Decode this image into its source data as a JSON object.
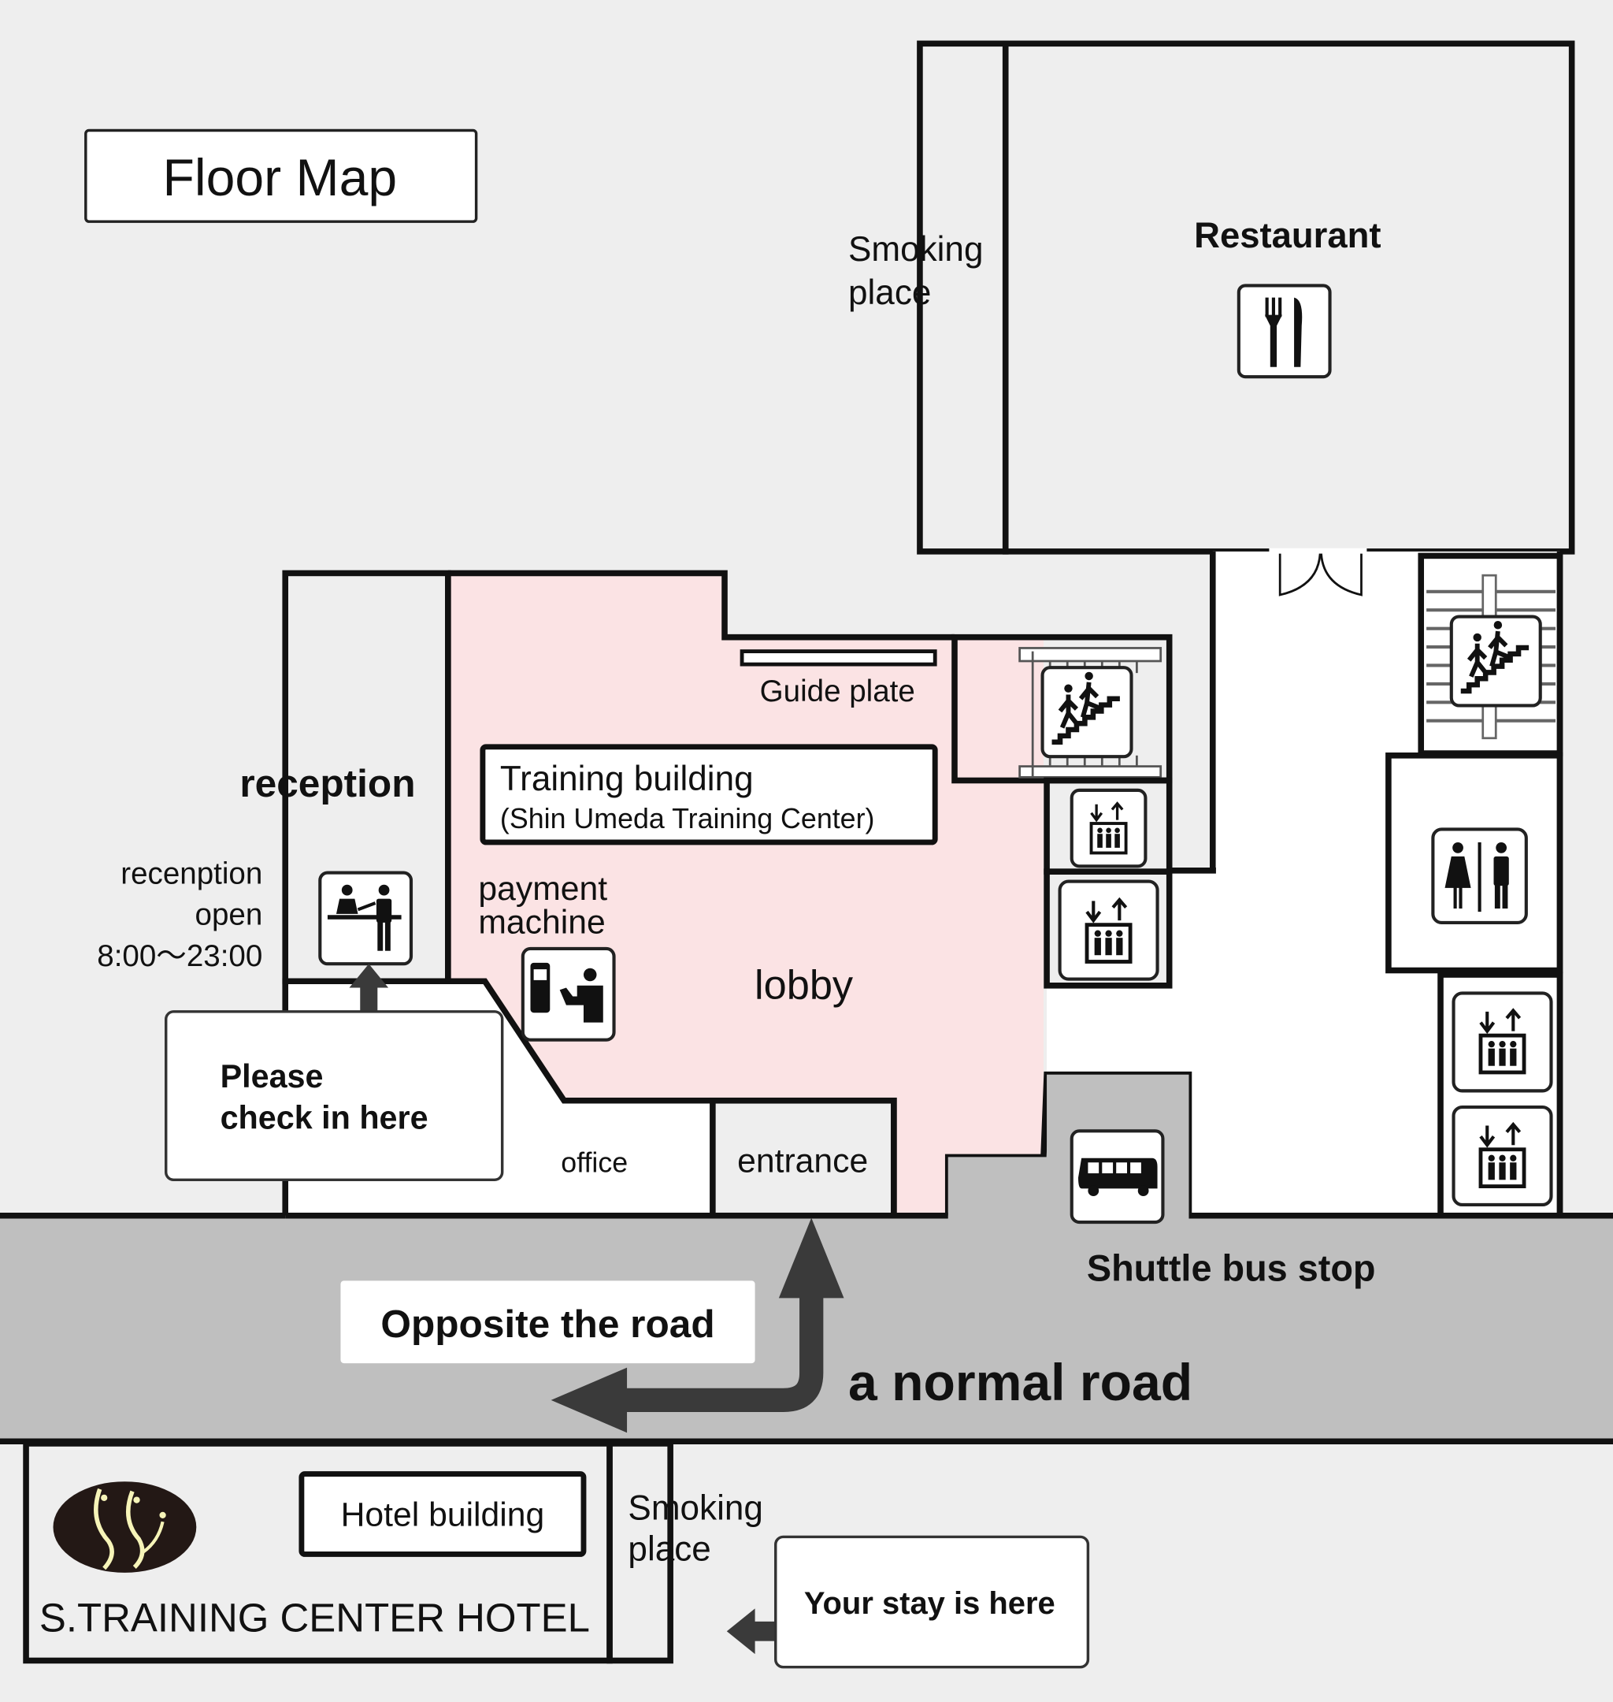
{
  "title": "Floor Map",
  "colors": {
    "background": "#eeeeee",
    "restaurant": "#fbe3e4",
    "lobby": "#fbe3e4",
    "reception": "#dcdcf5",
    "entrance": "#e2f8e2",
    "road": "#bfbfbf",
    "hotel": "#f6f4b8",
    "arrow": "#3a3a3a"
  },
  "training_building": {
    "name": "Training building",
    "subtitle": "(Shin Umeda Training Center)",
    "rooms": {
      "restaurant": "Restaurant",
      "smoking_place_line1": "Smoking",
      "smoking_place_line2": "place",
      "guide_plate": "Guide plate",
      "reception": "reception",
      "lobby": "lobby",
      "payment_machine_line1": "payment",
      "payment_machine_line2": "machine",
      "office": "office",
      "entrance": "entrance"
    },
    "reception_hours": {
      "line1": "recenption",
      "line2": "open",
      "line3": "8:00～23:00"
    },
    "check_in_note": {
      "line1": "Please",
      "line2": "check in here"
    }
  },
  "road": {
    "name": "a normal road",
    "crossing_note": "Opposite the road",
    "shuttle_bus_stop": "Shuttle bus stop"
  },
  "hotel_building": {
    "label": "Hotel building",
    "name": "S.TRAINING CENTER HOTEL",
    "smoking_place_line1": "Smoking",
    "smoking_place_line2": "place",
    "stay_note": "Your stay is here"
  },
  "icons": [
    "restaurant-icon",
    "stairs-icon",
    "elevator-icon",
    "restroom-icon",
    "reception-icon",
    "payment-machine-icon",
    "bus-icon",
    "hotel-logo-icon"
  ]
}
